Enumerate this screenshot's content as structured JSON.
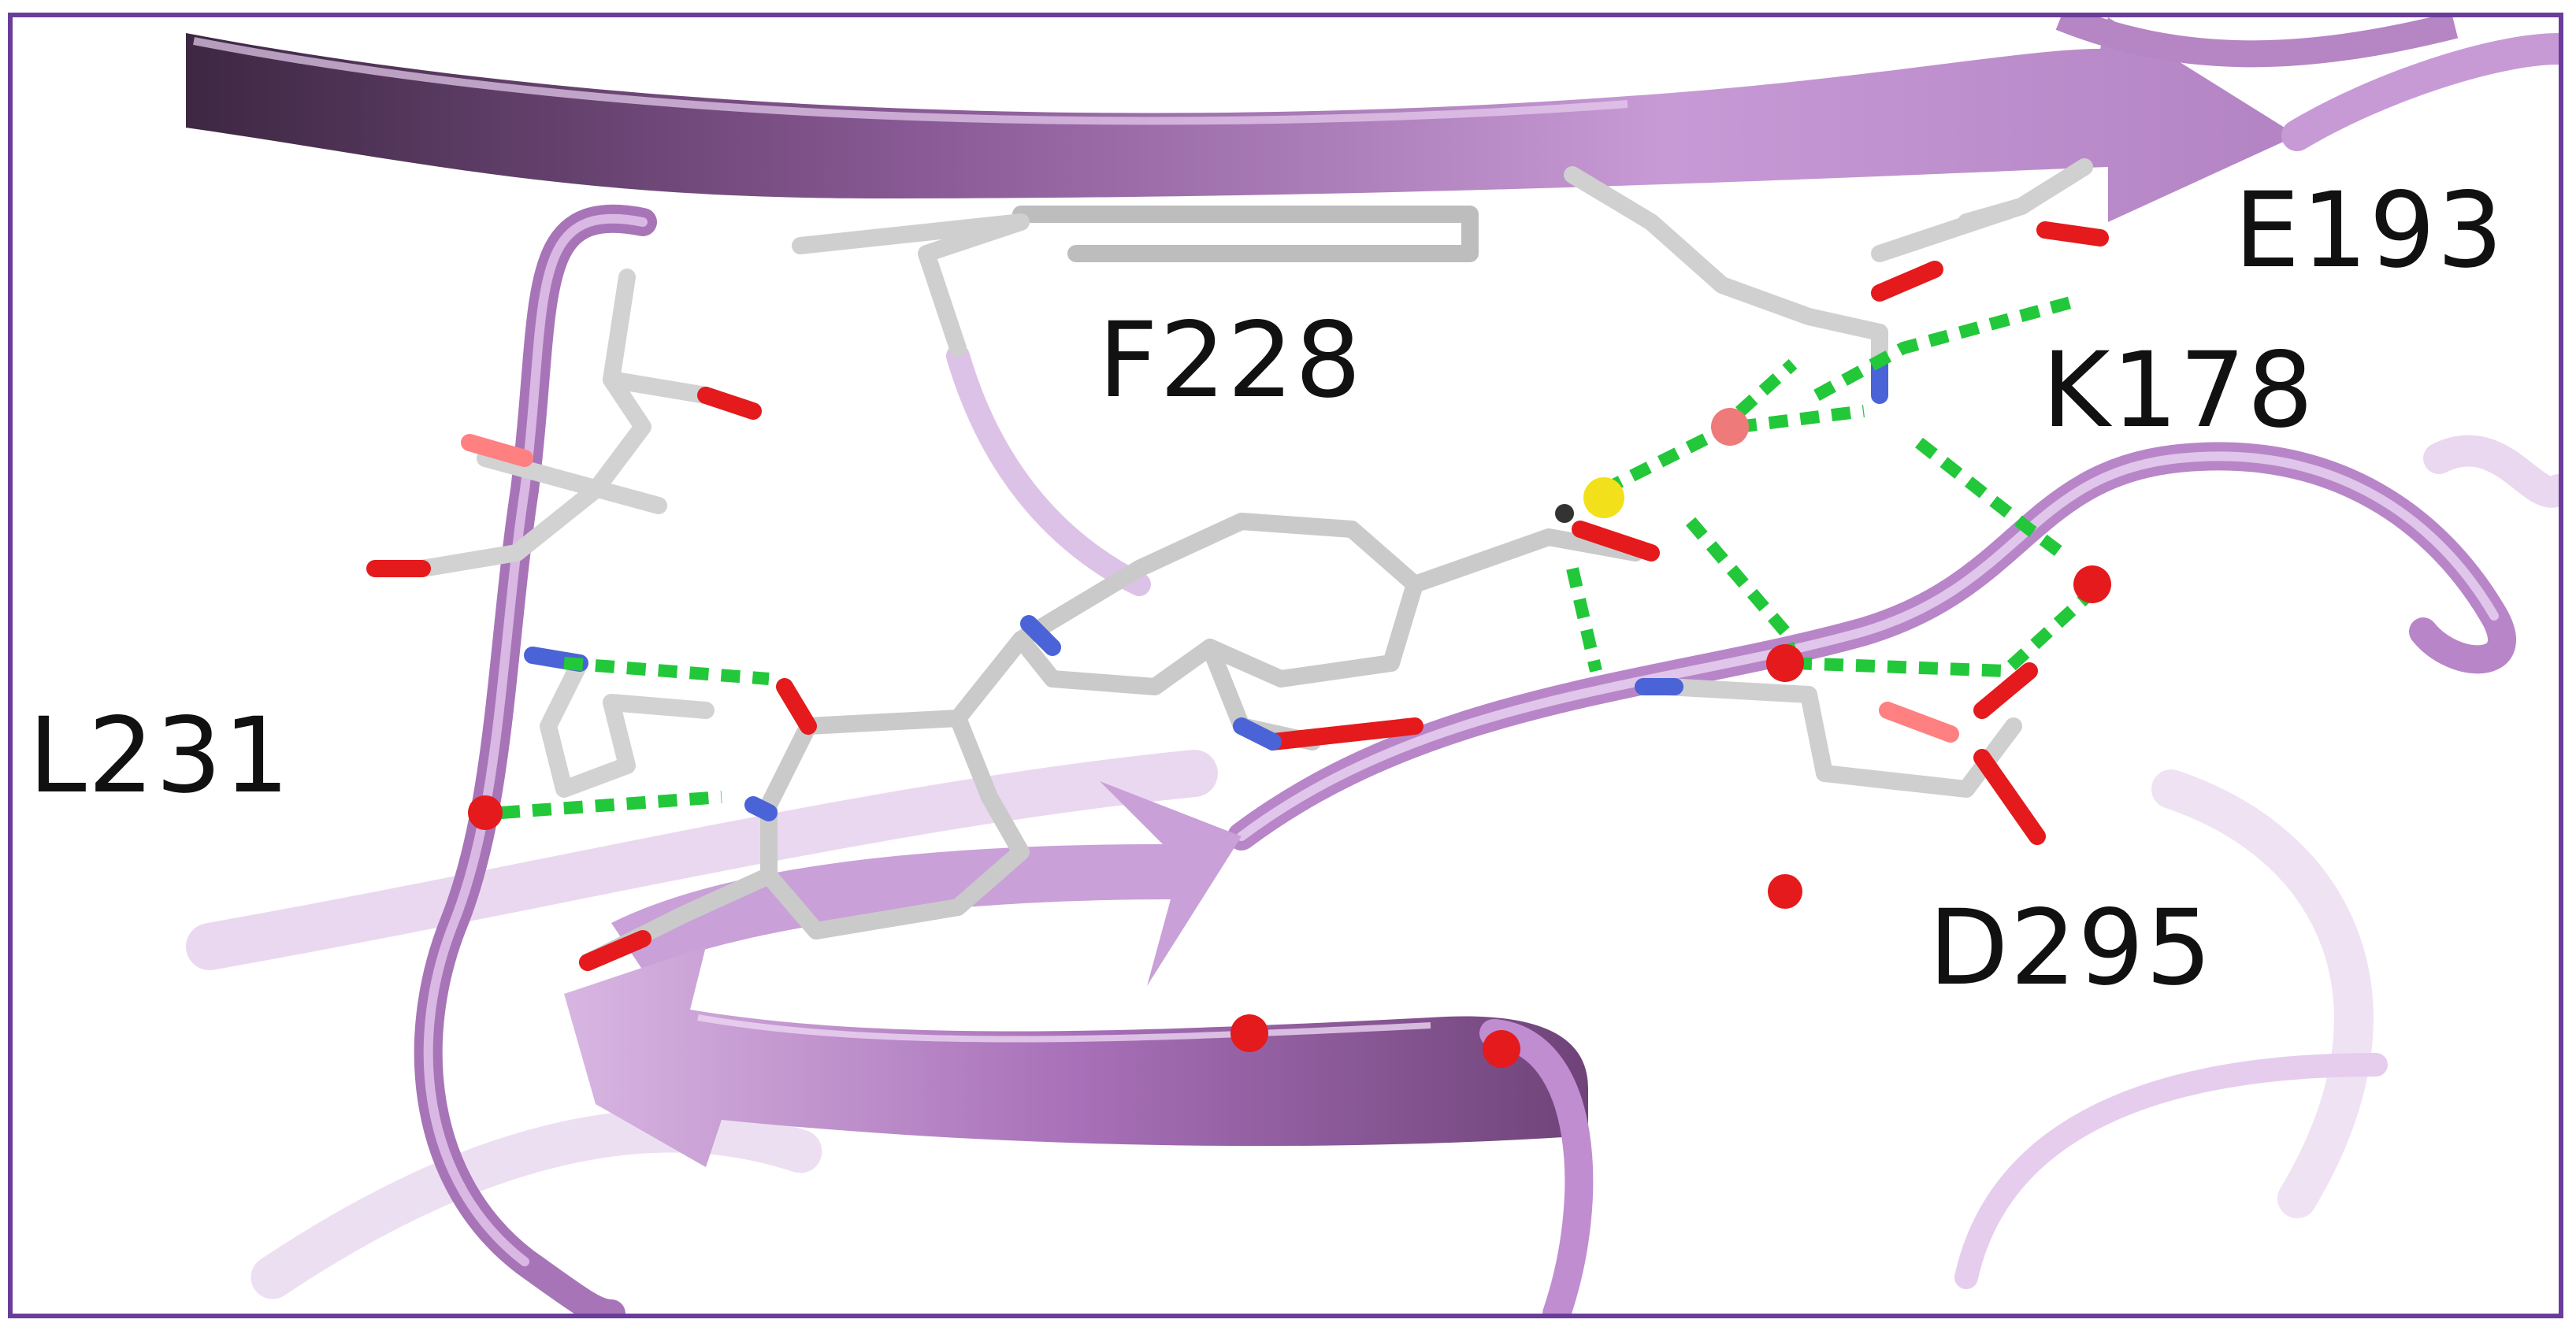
{
  "figure": {
    "frame_color": "#6a3d9a",
    "ribbon_color": "#c79ad6",
    "ribbon_dark_color": "#7a4d86",
    "ribbon_light_color": "#e6cdee",
    "stick_color": "#d4d4d4",
    "oxygen_color": "#e41a1c",
    "nitrogen_color": "#4a63d6",
    "hbond_color": "#22c83a",
    "sulfur_color": "#f2e01a",
    "labels": {
      "e193": "E193",
      "f228": "F228",
      "k178": "K178",
      "l231": "L231",
      "d295": "D295"
    }
  }
}
